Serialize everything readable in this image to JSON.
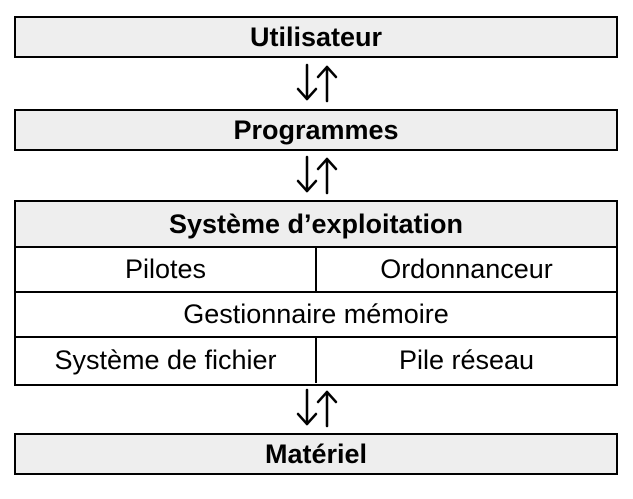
{
  "layers": {
    "user": "Utilisateur",
    "programs": "Programmes",
    "hardware": "Matériel"
  },
  "os": {
    "title": "Système d’exploitation",
    "rows": [
      [
        "Pilotes",
        "Ordonnanceur"
      ],
      [
        "Gestionnaire mémoire"
      ],
      [
        "Système de fichier",
        "Pile réseau"
      ]
    ]
  },
  "arrow_icons": [
    "arrow-down-icon",
    "arrow-up-icon"
  ],
  "colors": {
    "layer_fill": "#eeeeee",
    "border": "#000000",
    "background": "#ffffff"
  }
}
